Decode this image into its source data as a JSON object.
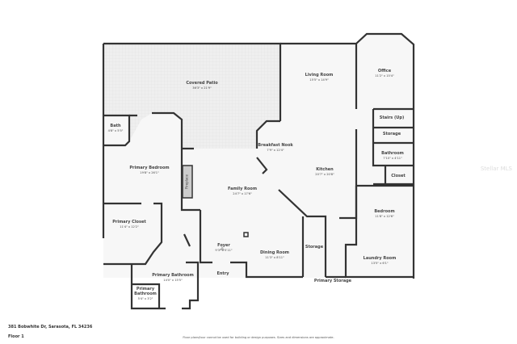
{
  "rooms": [
    {
      "name": "Covered Patio",
      "dim": "36'3\" x 21'9\""
    },
    {
      "name": "Living Room",
      "dim": "15'5\" x 14'9\""
    },
    {
      "name": "Office",
      "dim": "11'2\" x 15'4\""
    },
    {
      "name": "Bath",
      "dim": "4'8\" x 5'5\""
    },
    {
      "name": "Breakfast Nook",
      "dim": "7'9\" x 12'4\""
    },
    {
      "name": "Primary Bedroom",
      "dim": "19'8\" x 26'1\""
    },
    {
      "name": "Stairs (Up)",
      "dim": ""
    },
    {
      "name": "Storage",
      "dim": ""
    },
    {
      "name": "Bathroom",
      "dim": "7'10\" x 4'11\""
    },
    {
      "name": "Closet",
      "dim": ""
    },
    {
      "name": "Kitchen",
      "dim": "20'7\" x 20'8\""
    },
    {
      "name": "Family Room",
      "dim": "24'7\" x 17'6\""
    },
    {
      "name": "Bedroom",
      "dim": "11'8\" x 12'6\""
    },
    {
      "name": "Primary Closet",
      "dim": "11'4\" x 12'2\""
    },
    {
      "name": "Foyer",
      "dim": "9'3\" x 5'11\""
    },
    {
      "name": "Dining Room",
      "dim": "11'3\" x 8'11\""
    },
    {
      "name": "Storage",
      "dim": ""
    },
    {
      "name": "Laundry Room",
      "dim": "13'5\" x 6'1\""
    },
    {
      "name": "Primary Bathroom",
      "dim": "14'0\" x 15'5\""
    },
    {
      "name": "Primary Bathroom",
      "dim": "5'4\" x 3'2\""
    },
    {
      "name": "Entry",
      "dim": ""
    },
    {
      "name": "Primary Storage",
      "dim": ""
    }
  ],
  "fireplace": "Fireplace",
  "footer": {
    "address": "381 Bobwhite Dr, Sarasota, FL 34236",
    "floor": "Floor 1",
    "disclaimer": "Floor plans/tour cannot be used for building or design purposes. Sizes and dimensions are approximate."
  },
  "watermark": "Stellar MLS",
  "colors": {
    "wall": "#333333",
    "patio": "#e8e8e8",
    "floor": "#f7f7f7"
  }
}
